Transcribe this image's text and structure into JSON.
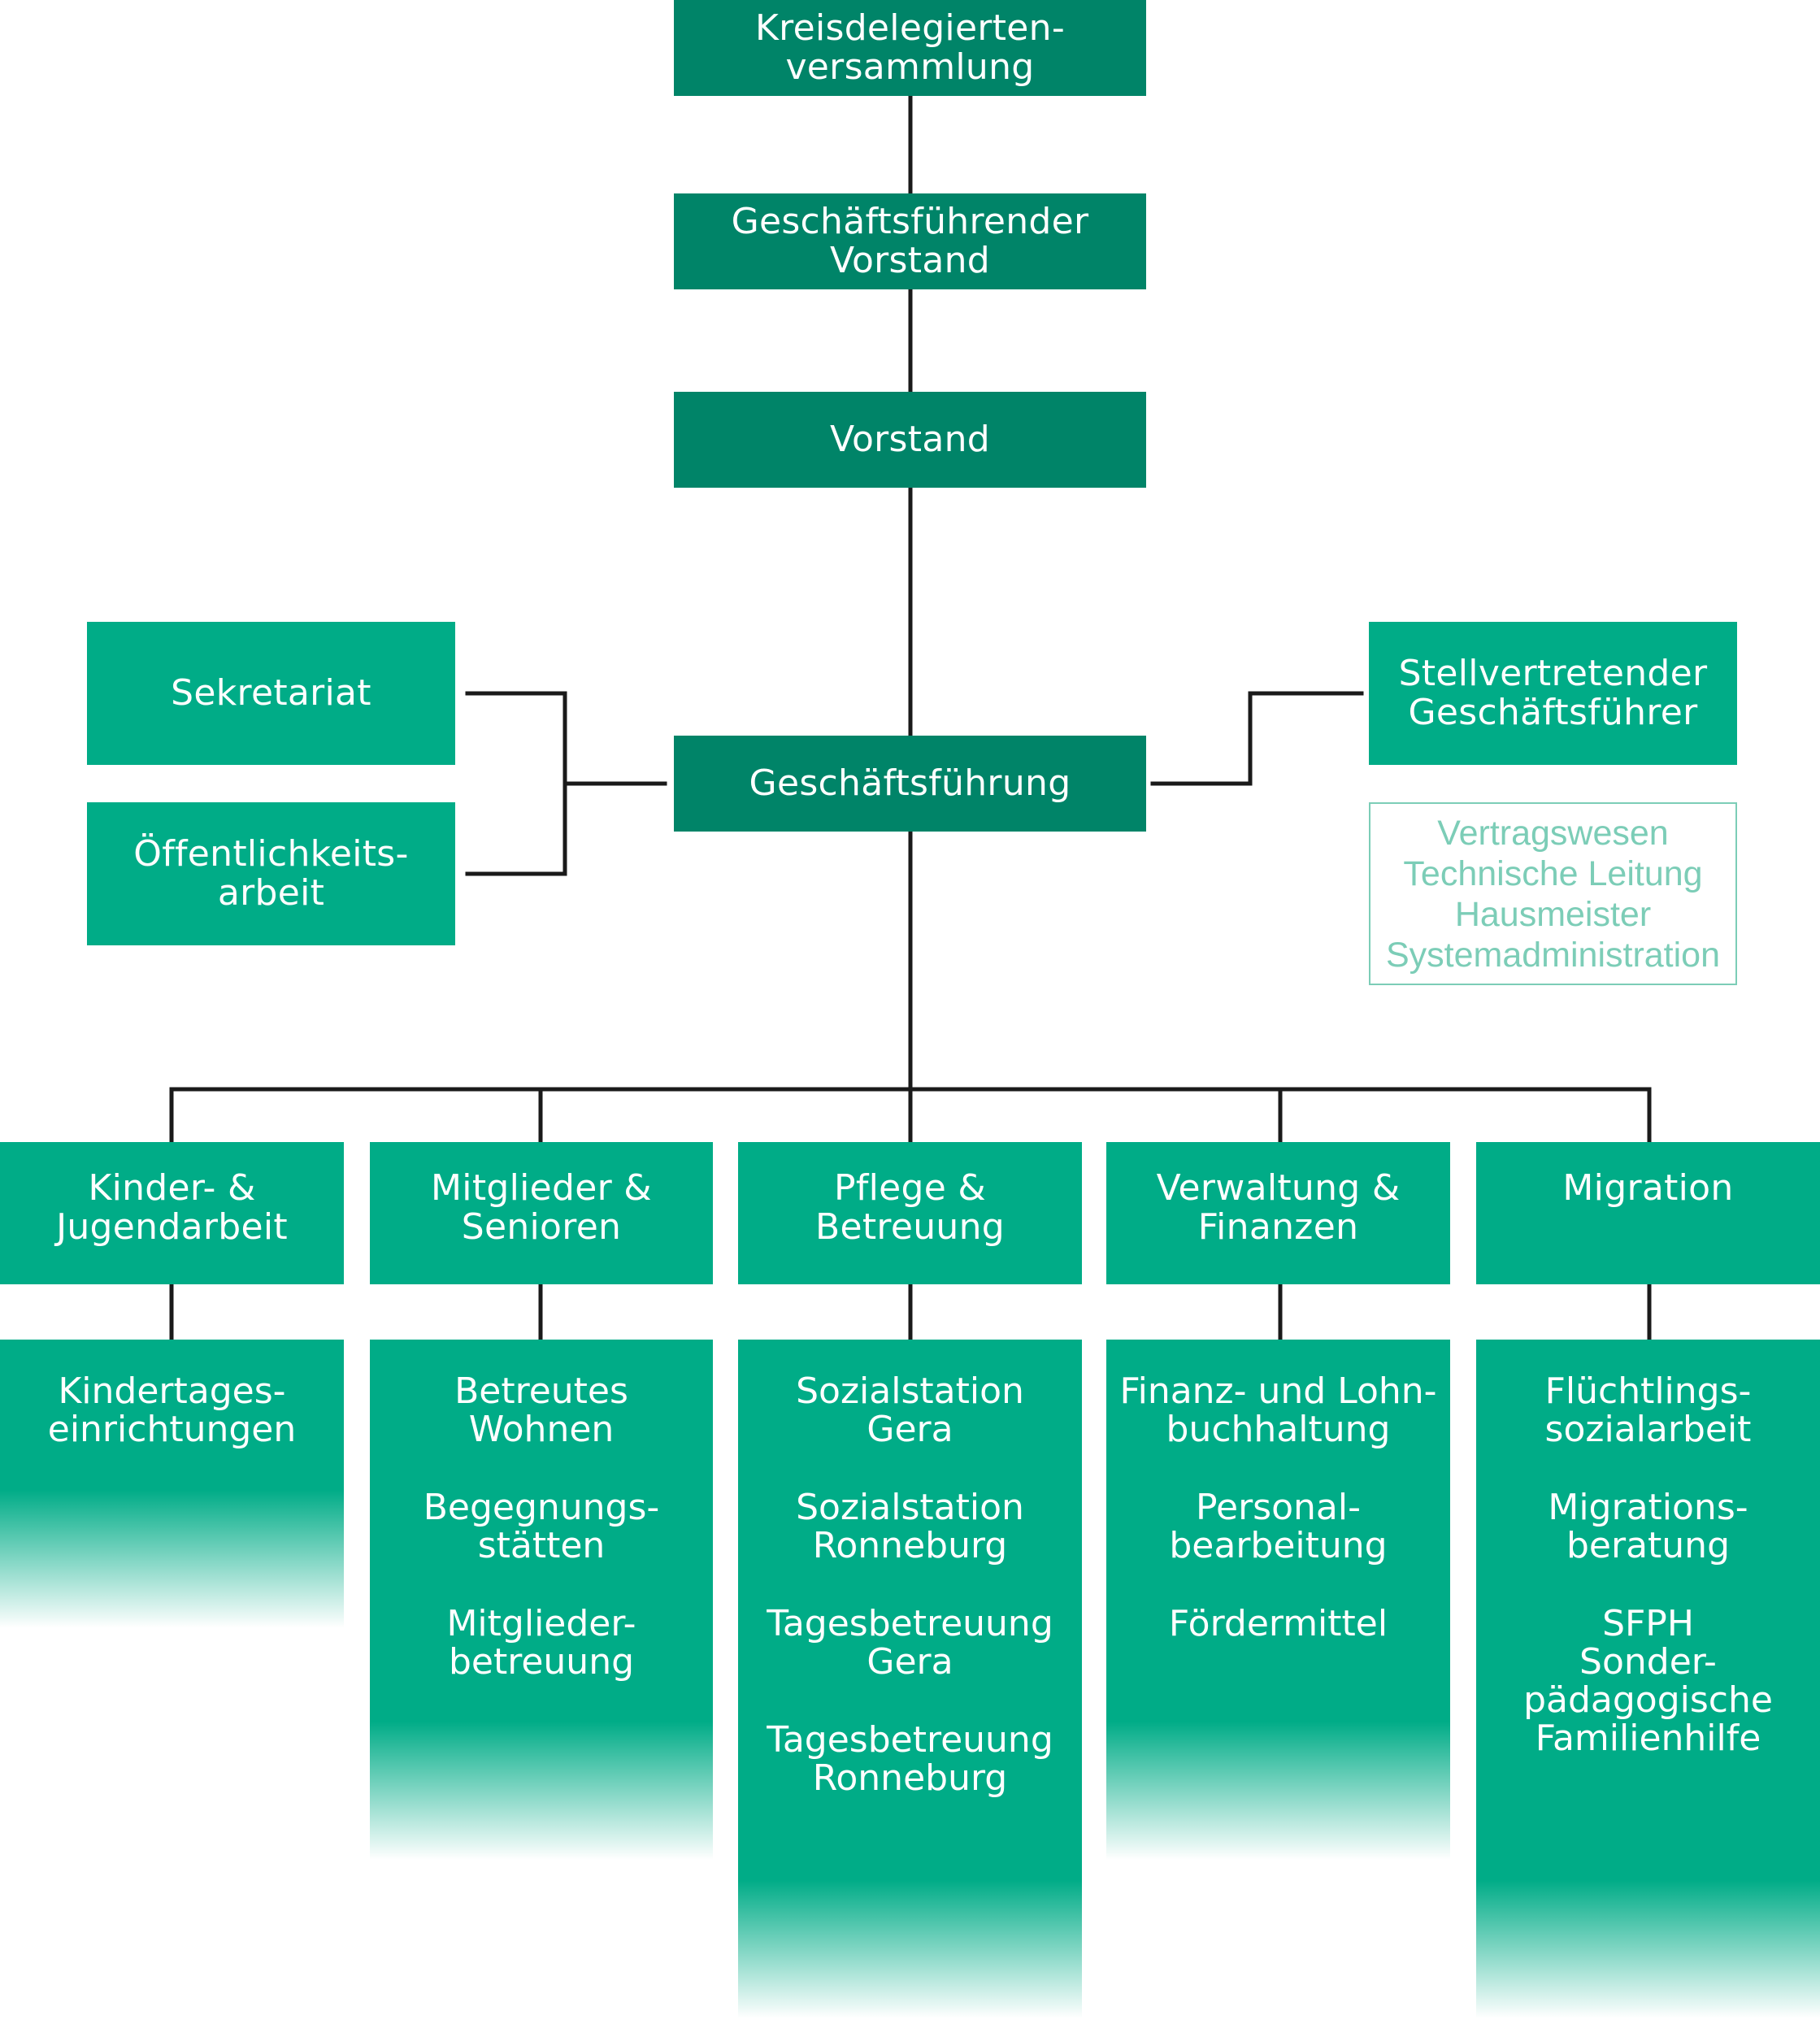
{
  "colors": {
    "dark": "#008468",
    "light": "#00ac87",
    "outline": "#7ccdb7",
    "line": "#1a1a1a"
  },
  "nodes": {
    "kreisdelegierten": [
      "Kreisdelegierten-",
      "versammlung"
    ],
    "gf_vorstand": [
      "Geschäftsführender",
      "Vorstand"
    ],
    "vorstand": [
      "Vorstand"
    ],
    "geschaeftsfuehrung": [
      "Geschäftsführung"
    ],
    "sekretariat": [
      "Sekretariat"
    ],
    "oeffentlichkeit": [
      "Öffentlichkeits-",
      "arbeit"
    ],
    "stellvertreter": [
      "Stellvertretender",
      "Geschäftsführer"
    ],
    "stellvertreter_tasks": [
      "Vertragswesen",
      "Technische Leitung",
      "Hausmeister",
      "Systemadministration"
    ]
  },
  "departments": [
    {
      "title": [
        "Kinder- &",
        "Jugendarbeit"
      ],
      "units": [
        [
          "Kindertages-",
          "einrichtungen"
        ]
      ]
    },
    {
      "title": [
        "Mitglieder &",
        "Senioren"
      ],
      "units": [
        [
          "Betreutes",
          "Wohnen"
        ],
        [
          "Begegnungs-",
          "stätten"
        ],
        [
          "Mitglieder-",
          "betreuung"
        ]
      ]
    },
    {
      "title": [
        "Pflege &",
        "Betreuung"
      ],
      "units": [
        [
          "Sozialstation",
          "Gera"
        ],
        [
          "Sozialstation",
          "Ronneburg"
        ],
        [
          "Tagesbetreuung",
          "Gera"
        ],
        [
          "Tagesbetreuung",
          "Ronneburg"
        ]
      ]
    },
    {
      "title": [
        "Verwaltung &",
        "Finanzen"
      ],
      "units": [
        [
          "Finanz- und Lohn-",
          "buchhaltung"
        ],
        [
          "Personal-",
          "bearbeitung"
        ],
        [
          "Fördermittel"
        ]
      ]
    },
    {
      "title": [
        "Migration"
      ],
      "units": [
        [
          "Flüchtlings-",
          "sozialarbeit"
        ],
        [
          "Migrations-",
          "beratung"
        ],
        [
          "SFPH",
          "Sonder-",
          "pädagogische",
          "Familienhilfe"
        ]
      ]
    }
  ]
}
